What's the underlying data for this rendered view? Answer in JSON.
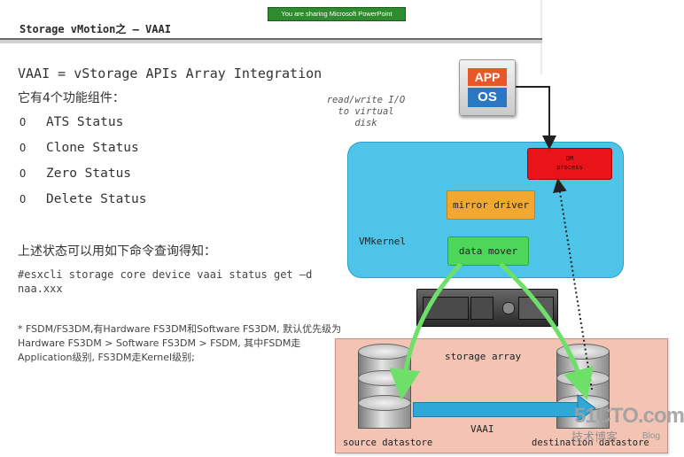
{
  "banner": "You are sharing Microsoft PowerPoint",
  "slide": {
    "title": "Storage vMotion之 – VAAI",
    "headline": "VAAI = vStorage APIs Array Integration",
    "subhead": "它有4个功能组件：",
    "bullet_glyph": "O",
    "bullets": [
      "ATS Status",
      "Clone Status",
      "Zero Status",
      "Delete Status"
    ],
    "query_intro": "上述状态可以用如下命令查询得知：",
    "command": "#esxcli storage core device vaai status get –d naa.xxx",
    "note": "* FSDM/FS3DM,有Hardware FS3DM和Software FS3DM, 默认优先级为Hardware FS3DM > Software FS3DM > FSDM, 其中FSDM走Application级别, FS3DM走Kernel级别;"
  },
  "diagram": {
    "rw_label": "read/write I/O to virtual disk",
    "app_label": "APP",
    "os_label": "OS",
    "vmkernel_label": "VMkernel",
    "dm_process_line1": "DM",
    "dm_process_line2": "process",
    "mirror_driver": "mirror driver",
    "data_mover": "data mover",
    "storage_array": "storage array",
    "source_datastore": "source datastore",
    "destination_datastore": "destination datastore",
    "vaai_label": "VAAI"
  },
  "watermark": {
    "site": "51CTO.com",
    "tagline": "技术博客",
    "blog": "Blog"
  },
  "colors": {
    "banner": "#2e8b2e",
    "vmkernel": "#4ec4e8",
    "dm_process": "#e8141a",
    "mirror_driver": "#f0a830",
    "data_mover": "#4cd65a",
    "storage_array": "#f3c4b4",
    "vaai_bar": "#2fa8d8",
    "arrow_green": "#6ee06a"
  }
}
